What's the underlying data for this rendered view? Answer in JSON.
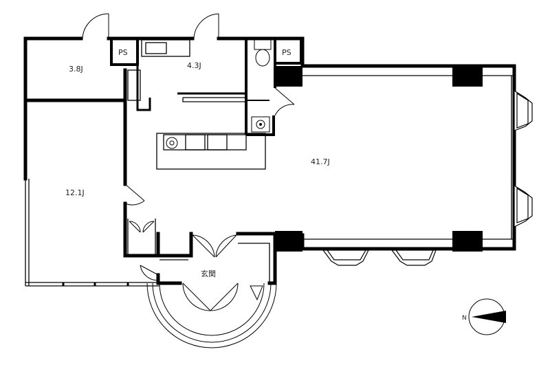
{
  "rooms": {
    "room_38": "3.8J",
    "room_43": "4.3J",
    "room_121": "12.1J",
    "room_417": "41.7J",
    "entrance": "玄関"
  },
  "ps_label_left": "PS",
  "ps_label_right": "PS",
  "compass_label": "N",
  "colors": {
    "wall": "#000000",
    "thin": "#333333",
    "fill": "#ffffff"
  }
}
